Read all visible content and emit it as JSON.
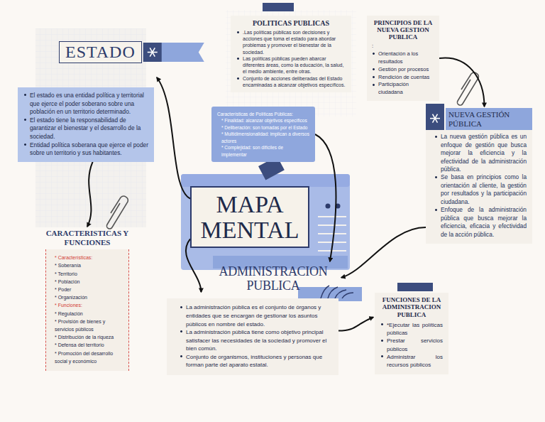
{
  "diagram": {
    "nodes": [
      {
        "text": [
          "ESTADO",
          "El estado es una entidad política y territorial que ejerce el poder soberano sobre una población en un territorio determinado.",
          "El estado tiene la responsabilidad de garantizar el bienestar y el desarrollo de la sociedad.",
          "Entidad política soberana que ejerce el poder sobre un territorio y sus habitantes."
        ]
      },
      {
        "text": [
          "POLITICAS PUBLICAS",
          ".Las políticas públicas son decisiones y acciones que toma el estado para abordar problemas y promover el bienestar de la sociedad.",
          "Las políticas públicas pueden abarcar diferentes áreas, como la educación, la salud, el medio ambiente, entre otras.",
          "Conjunto de acciones deliberadas del Estado encaminadas a alcanzar objetivos específicos."
        ]
      },
      {
        "text": [
          "Características de Políticas Públicas:",
          "* Finalidad: alcanzar objetivos específicos",
          "* Deliberación: son tomadas por el Estado",
          "* Multidimensionalidad: implican a diversos actores",
          "* Complejidad: son difíciles de implementar"
        ]
      },
      {
        "text": [
          "PRINCIPIOS DE LA NUEVA GESTION PUBLICA",
          ":",
          "Orientación a los resultados",
          "Gestión por procesos",
          "Rendición de cuentas",
          "Participación ciudadana"
        ]
      },
      {
        "text": [
          "NUEVA GESTIÓN PÚBLICA",
          "La nueva gestión pública es un enfoque de gestión que busca mejorar la eficiencia y la efectividad de la administración pública.",
          "Se basa en principios como la orientación al cliente, la gestión por resultados y la participación ciudadana.",
          "Enfoque de la administración pública que busca mejorar la eficiencia, eficacia y efectividad de la acción pública."
        ]
      },
      {
        "text": [
          "MAPA MENTAL"
        ]
      },
      {
        "text": [
          "CARACTERISTICAS Y FUNCIONES",
          "* Características:",
          "* Soberanía",
          "* Territorio",
          "* Población",
          "* Poder",
          "* Organización",
          "* Funciones:",
          "* Regulación",
          "* Provisión de bienes y servicios públicos",
          "* Distribución de la riqueza",
          "* Defensa del territorio",
          "* Promoción del desarrollo social y económico"
        ]
      },
      {
        "text": [
          "ADMINISTRACION PUBLICA",
          "La administración pública es el conjunto de órganos y entidades que se encargan de gestionar los asuntos públicos en nombre del estado.",
          "La administración pública tiene como objetivo principal satisfacer las necesidades de la sociedad y promover el bien común.",
          "Conjunto de organismos, instituciones y personas que forman parte del aparato estatal."
        ]
      },
      {
        "text": [
          "FUNCIONES DE LA ADMINISTRACION PUBLICA",
          "*Ejecutar las políticas públicas",
          "Prestar servicios públicos",
          "Administrar los recursos públicos"
        ]
      }
    ],
    "edges": [
      {
        "from": 5,
        "to": 0,
        "arrow": "to"
      },
      {
        "from": 0,
        "to": 6,
        "arrow": "to"
      },
      {
        "from": 5,
        "to": 7,
        "arrow": "to"
      },
      {
        "from": 2,
        "to": 7,
        "arrow": "to"
      },
      {
        "from": 3,
        "to": 4,
        "arrow": "to"
      },
      {
        "from": 4,
        "to": 7,
        "arrow": "to"
      },
      {
        "from": 7,
        "to": 8,
        "arrow": "to"
      }
    ]
  }
}
